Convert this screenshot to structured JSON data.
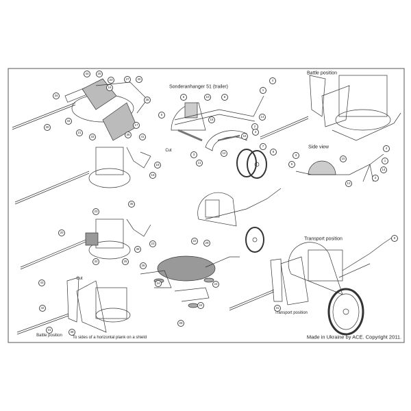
{
  "labels": {
    "trailer_title": "Sonderanhanger 51 (trailer)",
    "battle_position_top": "Battle position",
    "side_view": "Side view",
    "transport_position_title": "Transport position",
    "transport_position_note": "Transport position",
    "battle_position_note": "Battle position",
    "shield_note": "To sides of a horizontal plank on a shield",
    "cut_trailer": "Cut",
    "cut_shield": "Cut",
    "copyright": "Made in Ukraine by ACE. Copyright 2011."
  },
  "callouts": [
    "44",
    "20",
    "33",
    "16",
    "27",
    "40",
    "34",
    "36",
    "34",
    "30",
    "21",
    "33",
    "36",
    "17",
    "41",
    "18",
    "19",
    "6",
    "10",
    "8",
    "5",
    "15",
    "4",
    "1",
    "14",
    "2",
    "3",
    "16",
    "3",
    "11",
    "12",
    "7",
    "8",
    "3",
    "5",
    "10",
    "4",
    "1",
    "14",
    "2",
    "13",
    "35",
    "23",
    "20",
    "23",
    "38",
    "25",
    "32",
    "22",
    "29",
    "26",
    "24",
    "24",
    "24",
    "28",
    "43",
    "42",
    "31",
    "38",
    "9",
    "31"
  ],
  "colors": {
    "line": "#333333",
    "shade": "#aaaaaa",
    "frame": "#555555"
  }
}
